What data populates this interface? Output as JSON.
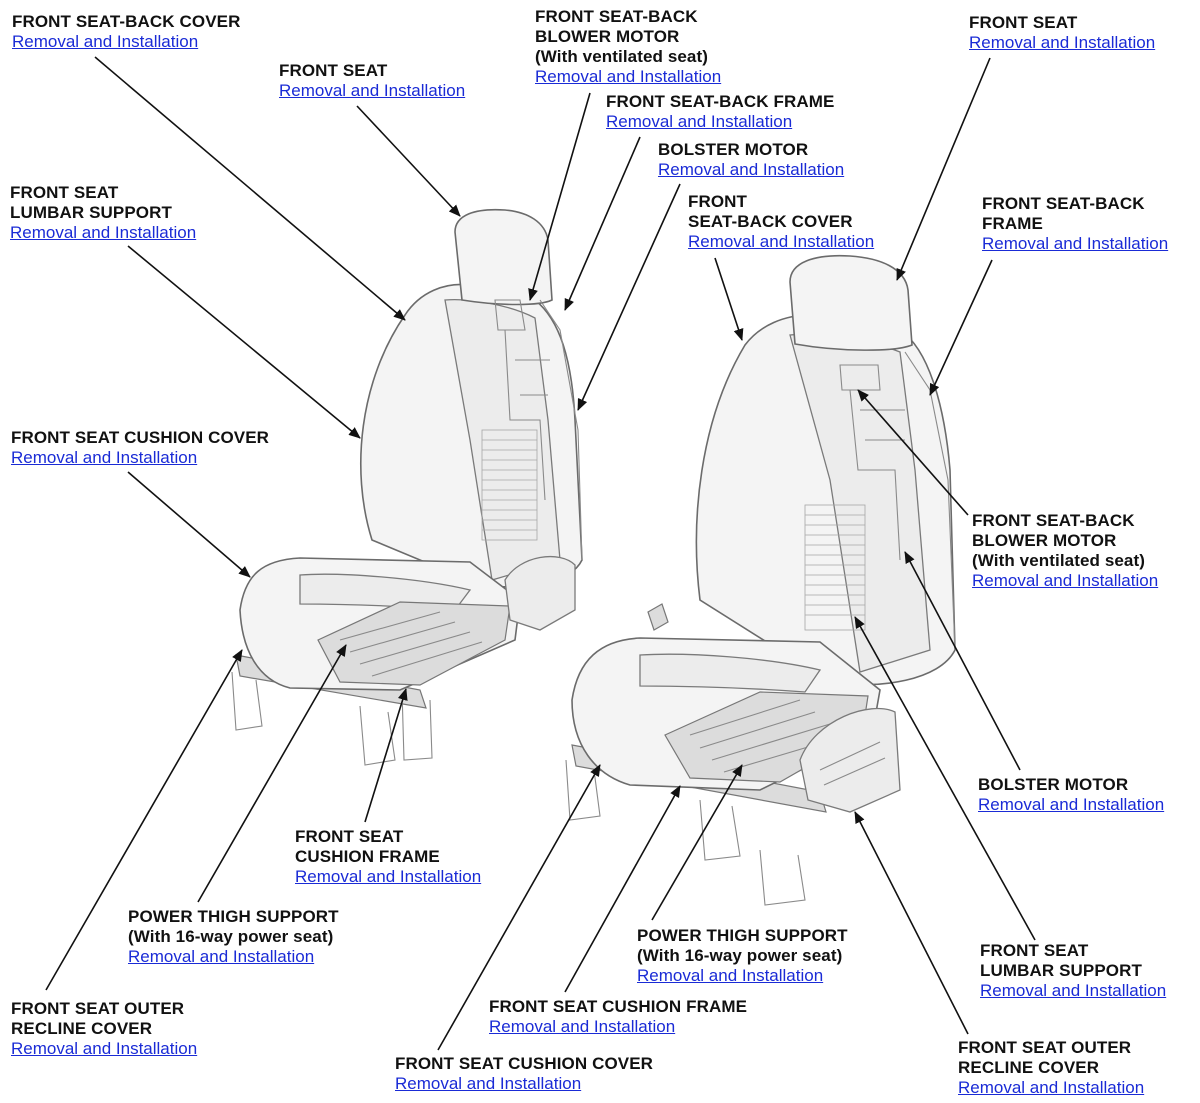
{
  "link_text": "Removal and Installation",
  "callouts": [
    {
      "id": "l-front-seat-back-cover",
      "lines": [
        "FRONT SEAT-BACK COVER"
      ],
      "link": "Removal and Installation"
    },
    {
      "id": "l-front-seat",
      "lines": [
        "FRONT SEAT"
      ],
      "link": "Removal and Installation"
    },
    {
      "id": "l-blower-motor",
      "lines": [
        "FRONT SEAT-BACK",
        "BLOWER MOTOR",
        "(With ventilated seat)"
      ],
      "link": "Removal and Installation"
    },
    {
      "id": "l-seat-back-frame",
      "lines": [
        "FRONT SEAT-BACK FRAME"
      ],
      "link": "Removal and Installation"
    },
    {
      "id": "l-bolster-motor",
      "lines": [
        "BOLSTER MOTOR"
      ],
      "link": "Removal and Installation"
    },
    {
      "id": "l-lumbar-support",
      "lines": [
        "FRONT SEAT",
        "LUMBAR SUPPORT"
      ],
      "link": "Removal and Installation"
    },
    {
      "id": "l-cushion-cover",
      "lines": [
        "FRONT SEAT CUSHION COVER"
      ],
      "link": "Removal and Installation"
    },
    {
      "id": "l-cushion-frame",
      "lines": [
        "FRONT SEAT",
        "CUSHION FRAME"
      ],
      "link": "Removal and Installation"
    },
    {
      "id": "l-thigh-support",
      "lines": [
        "POWER THIGH SUPPORT",
        "(With 16-way power seat)"
      ],
      "link": "Removal and Installation"
    },
    {
      "id": "l-outer-recline-cover",
      "lines": [
        "FRONT SEAT OUTER",
        "RECLINE COVER"
      ],
      "link": "Removal and Installation"
    },
    {
      "id": "r-front-seat",
      "lines": [
        "FRONT SEAT"
      ],
      "link": "Removal and Installation"
    },
    {
      "id": "r-seat-back-cover",
      "lines": [
        "FRONT",
        "SEAT-BACK COVER"
      ],
      "link": "Removal and Installation"
    },
    {
      "id": "r-seat-back-frame",
      "lines": [
        "FRONT SEAT-BACK",
        "FRAME"
      ],
      "link": "Removal and Installation"
    },
    {
      "id": "r-blower-motor",
      "lines": [
        "FRONT SEAT-BACK",
        "BLOWER MOTOR",
        "(With ventilated seat)"
      ],
      "link": "Removal and Installation"
    },
    {
      "id": "r-bolster-motor",
      "lines": [
        "BOLSTER MOTOR"
      ],
      "link": "Removal and Installation"
    },
    {
      "id": "r-thigh-support",
      "lines": [
        "POWER THIGH SUPPORT",
        "(With 16-way power seat)"
      ],
      "link": "Removal and Installation"
    },
    {
      "id": "r-cushion-frame",
      "lines": [
        "FRONT SEAT CUSHION FRAME"
      ],
      "link": "Removal and Installation"
    },
    {
      "id": "r-lumbar-support",
      "lines": [
        "FRONT SEAT",
        "LUMBAR SUPPORT"
      ],
      "link": "Removal and Installation"
    },
    {
      "id": "r-cushion-cover",
      "lines": [
        "FRONT SEAT CUSHION COVER"
      ],
      "link": "Removal and Installation"
    },
    {
      "id": "r-outer-recline-cover",
      "lines": [
        "FRONT SEAT OUTER",
        "RECLINE COVER"
      ],
      "link": "Removal and Installation"
    }
  ]
}
